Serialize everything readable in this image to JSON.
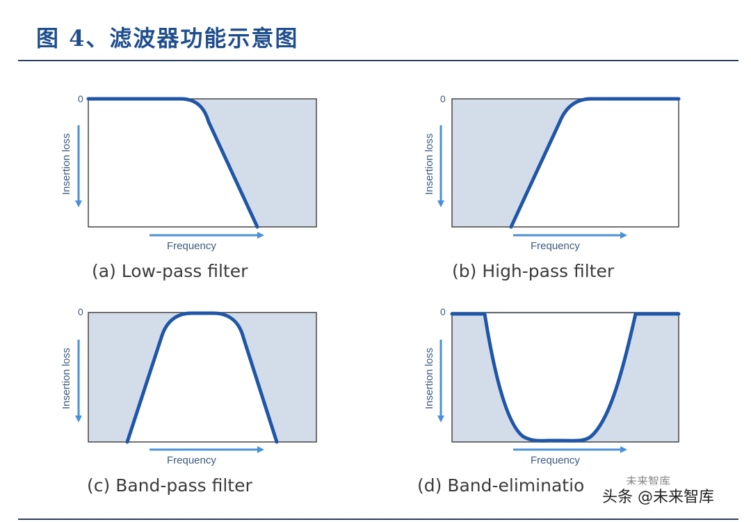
{
  "title": "图 4、滤波器功能示意图",
  "axis": {
    "zero": "0",
    "y_label": "Insertion loss",
    "x_label": "Frequency"
  },
  "panels": [
    {
      "id": "a",
      "caption": "(a) Low-pass filter"
    },
    {
      "id": "b",
      "caption": "(b) High-pass filter"
    },
    {
      "id": "c",
      "caption": "(c) Band-pass filter"
    },
    {
      "id": "d",
      "caption": "(d) Band-eliminatio"
    }
  ],
  "watermark": {
    "text": "头条 @未来智库",
    "logo_text": "未来智库"
  },
  "colors": {
    "title": "#1f4e8c",
    "curve": "#1f56a8",
    "stop_fill": "#d3dde9",
    "frame": "#444444",
    "arrow": "#4a90d9"
  }
}
